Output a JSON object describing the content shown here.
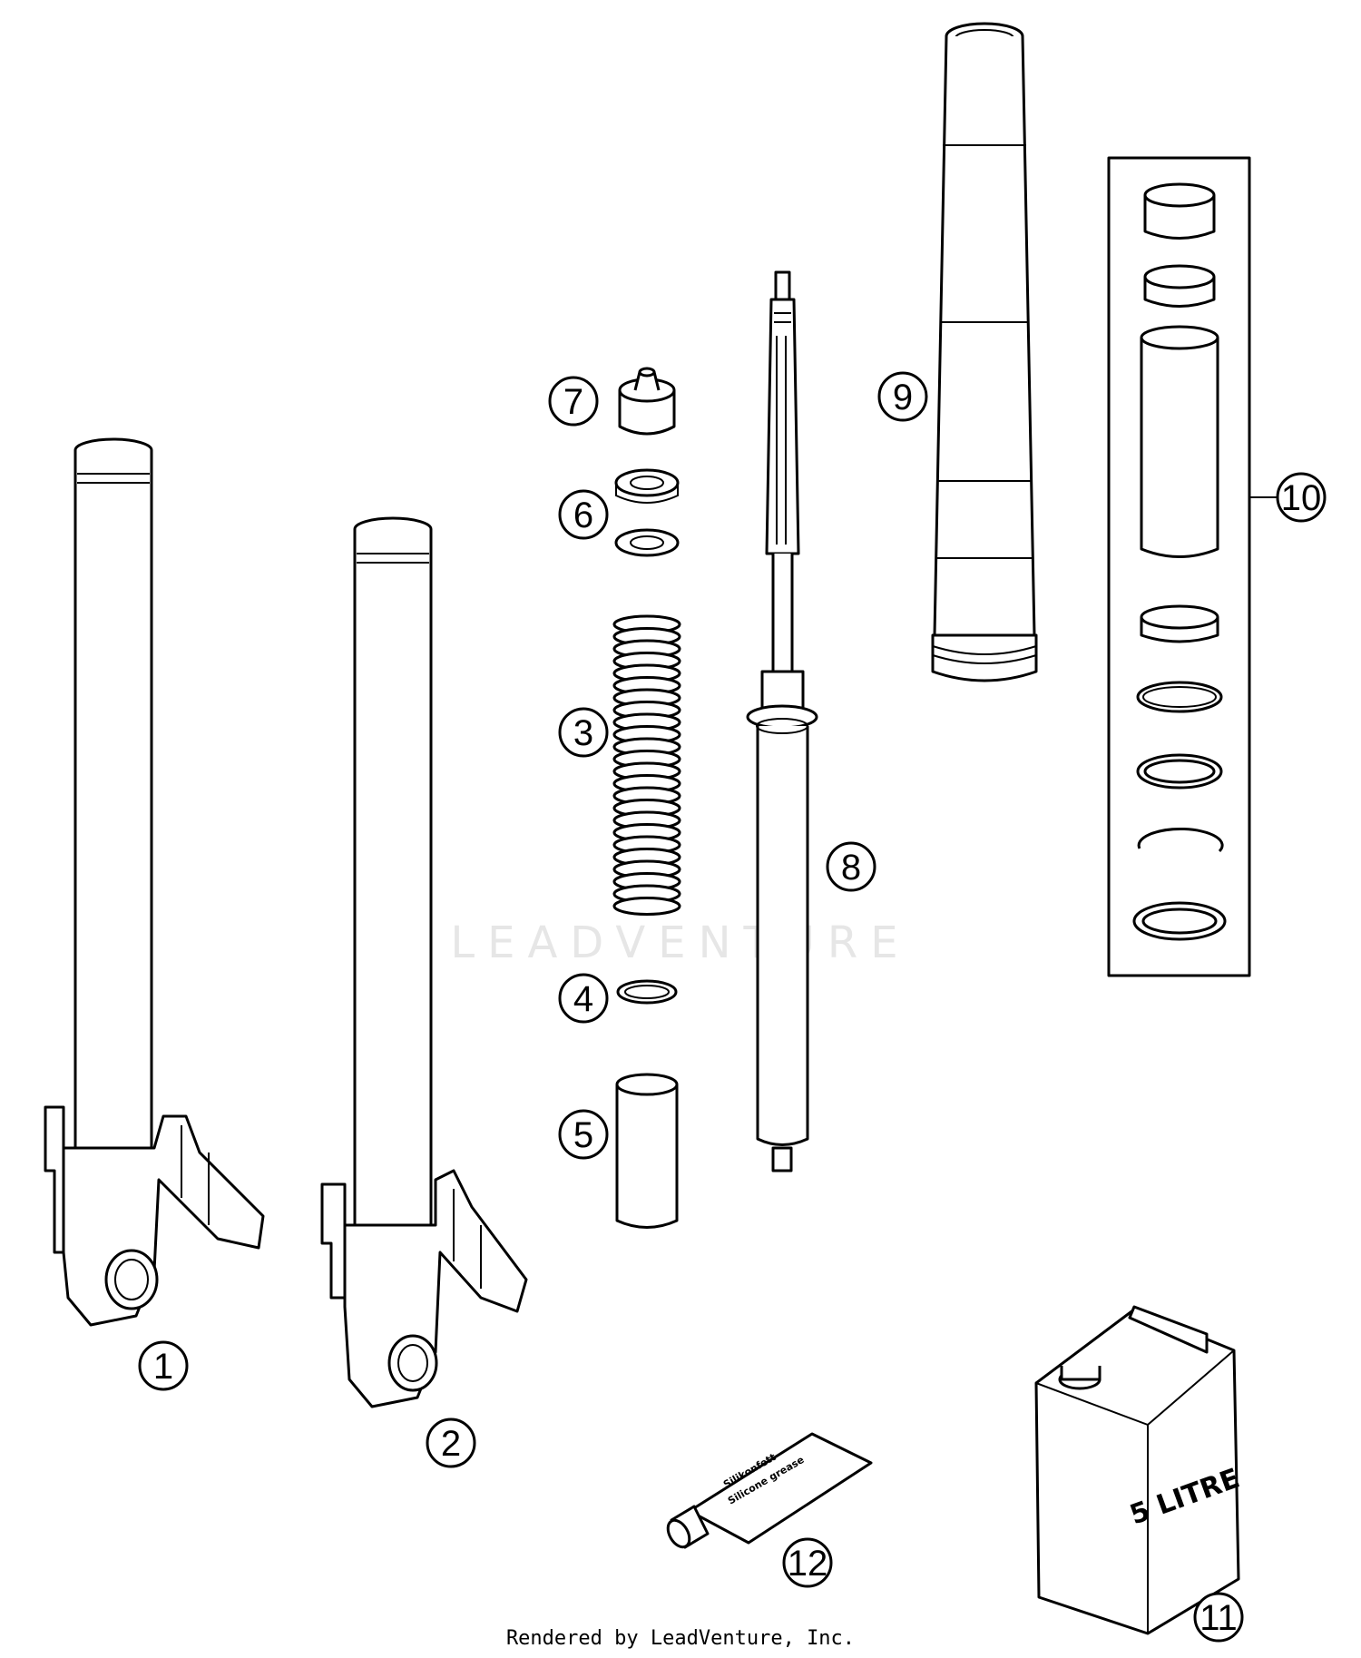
{
  "watermark": "LEADVENTURE",
  "footer": "Rendered by LeadVenture, Inc.",
  "callouts": [
    "1",
    "2",
    "3",
    "4",
    "5",
    "6",
    "7",
    "8",
    "9",
    "10",
    "11",
    "12"
  ],
  "grease_tube": {
    "line1": "Silikonfett",
    "line2": "Silicone grease"
  },
  "oil_can": {
    "label": "5 LITRE"
  }
}
